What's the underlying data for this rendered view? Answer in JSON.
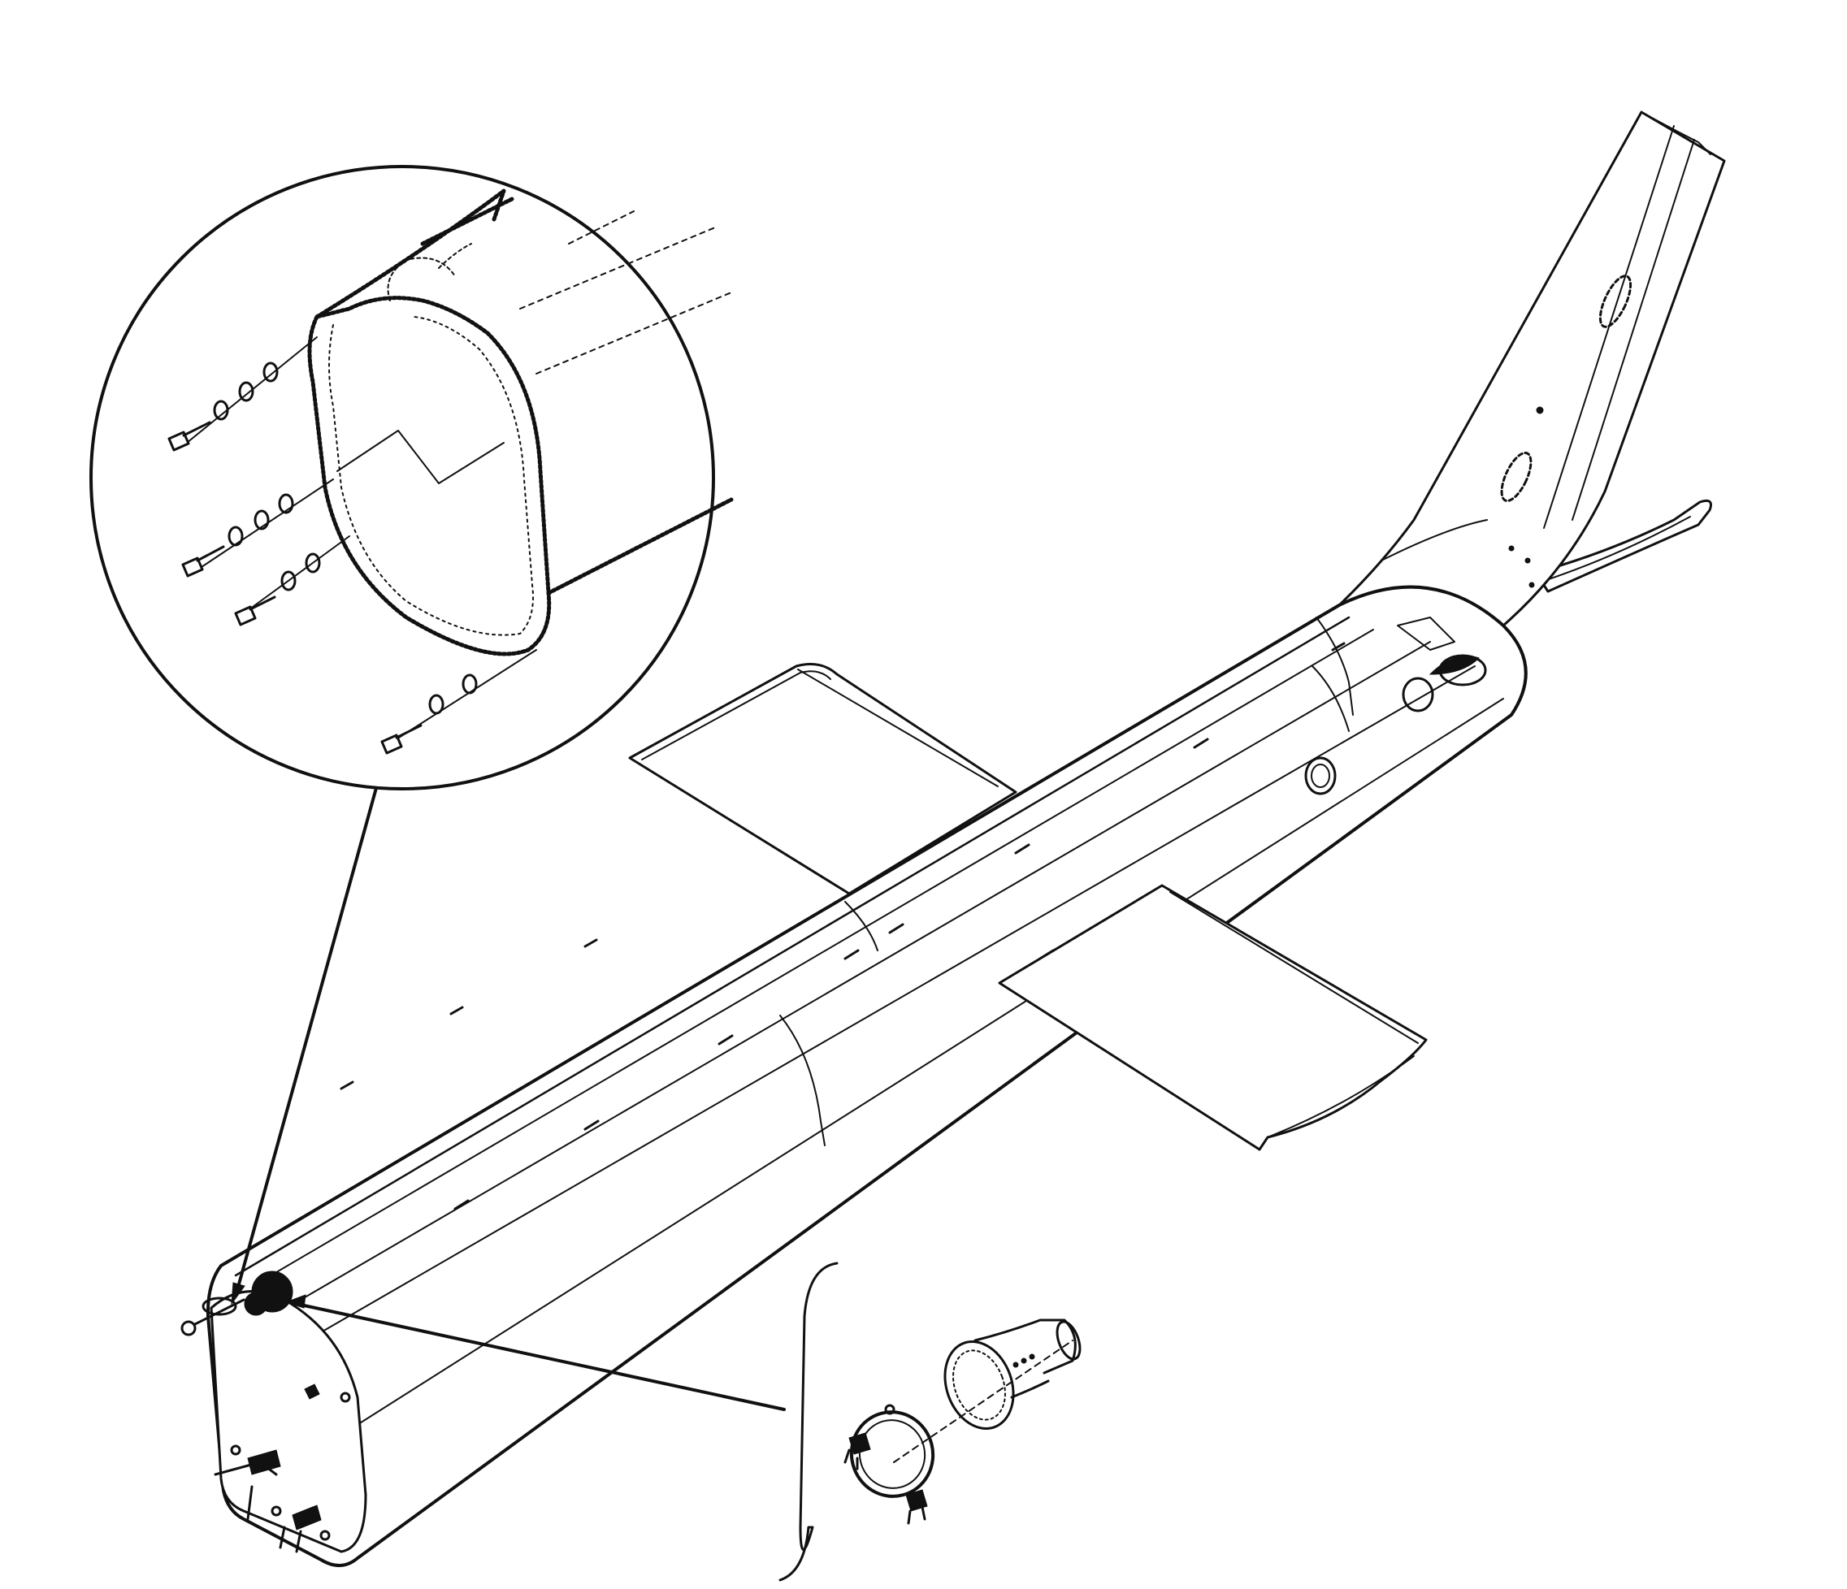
{
  "figure": {
    "background": "#ffffff",
    "ink_color": "#111111",
    "labels": []
  },
  "parts": {
    "tail_boom": "tail-boom",
    "vertical_fin": "vertical-fin",
    "tail_skid": "tail-skid",
    "left_horizontal_stabilizer": "horizontal-stabilizer-left",
    "right_horizontal_stabilizer": "horizontal-stabilizer-right",
    "boom_attach_fitting_detail": "boom-attach-bolt-detail",
    "drive_shaft_coupling_detail": "drive-shaft-coupling-detail"
  }
}
